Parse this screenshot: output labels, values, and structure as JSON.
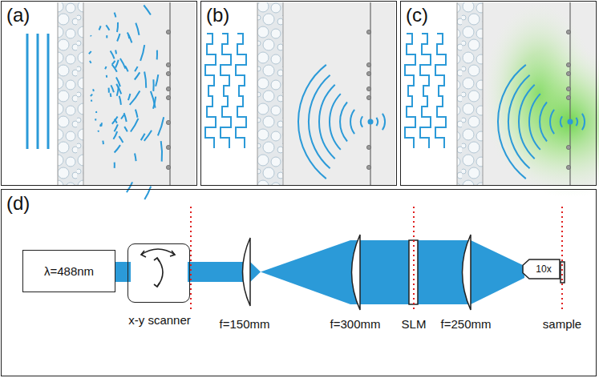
{
  "diagram": {
    "nodes": [
      {
        "text": [
          "(a)"
        ]
      },
      {
        "text": [
          "(b)"
        ]
      },
      {
        "text": [
          "(c)"
        ]
      },
      {
        "text": [
          "(d)"
        ]
      },
      {
        "text": [
          "λ=488nm"
        ],
        "in": 3
      },
      {
        "text": [
          "x-y scanner"
        ],
        "in": 3
      },
      {
        "text": [
          "10x"
        ],
        "in": 3
      }
    ],
    "labels": [
      "f=150mm",
      "f=300mm",
      "SLM",
      "f=250mm",
      "sample"
    ]
  }
}
